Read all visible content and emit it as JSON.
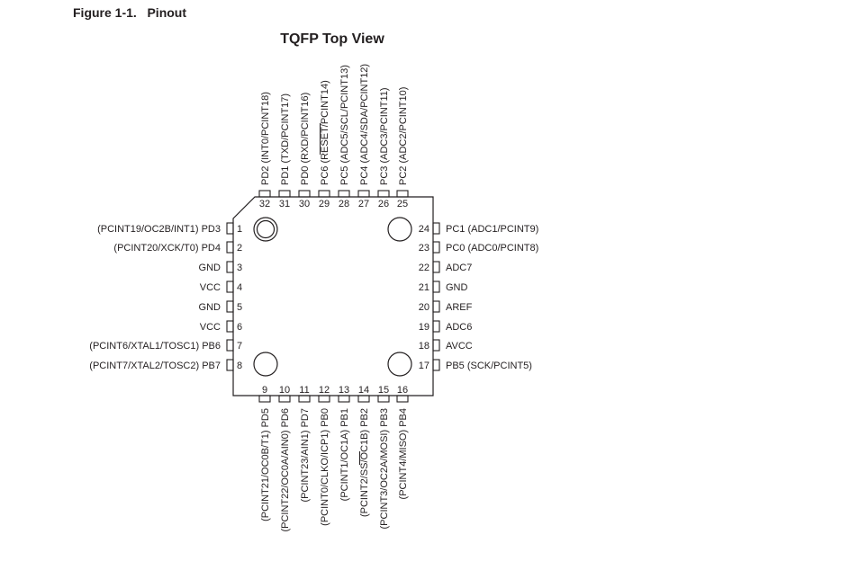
{
  "figure": {
    "caption": "Figure 1-1.   Pinout"
  },
  "diagram": {
    "title": "TQFP Top View",
    "pins": {
      "left": [
        {
          "num": "1",
          "label": "(PCINT19/OC2B/INT1) PD3"
        },
        {
          "num": "2",
          "label": "(PCINT20/XCK/T0) PD4"
        },
        {
          "num": "3",
          "label": "GND"
        },
        {
          "num": "4",
          "label": "VCC"
        },
        {
          "num": "5",
          "label": "GND"
        },
        {
          "num": "6",
          "label": "VCC"
        },
        {
          "num": "7",
          "label": "(PCINT6/XTAL1/TOSC1) PB6"
        },
        {
          "num": "8",
          "label": "(PCINT7/XTAL2/TOSC2) PB7"
        }
      ],
      "bottom": [
        {
          "num": "9",
          "label": "(PCINT21/OC0B/T1) PD5"
        },
        {
          "num": "10",
          "label": "(PCINT22/OC0A/AIN0) PD6"
        },
        {
          "num": "11",
          "label": "(PCINT23/AIN1) PD7"
        },
        {
          "num": "12",
          "label": "(PCINT0/CLKO/ICP1) PB0"
        },
        {
          "num": "13",
          "label": "(PCINT1/OC1A) PB1"
        },
        {
          "num": "14",
          "label": "(PCINT2/SS/OC1B) PB2"
        },
        {
          "num": "15",
          "label": "(PCINT3/OC2A/MOSI) PB3"
        },
        {
          "num": "16",
          "label": "(PCINT4/MISO) PB4"
        }
      ],
      "right": [
        {
          "num": "17",
          "label": "PB5 (SCK/PCINT5)"
        },
        {
          "num": "18",
          "label": "AVCC"
        },
        {
          "num": "19",
          "label": "ADC6"
        },
        {
          "num": "20",
          "label": "AREF"
        },
        {
          "num": "21",
          "label": "GND"
        },
        {
          "num": "22",
          "label": "ADC7"
        },
        {
          "num": "23",
          "label": "PC0 (ADC0/PCINT8)"
        },
        {
          "num": "24",
          "label": "PC1 (ADC1/PCINT9)"
        }
      ],
      "top": [
        {
          "num": "25",
          "label": "PC2 (ADC2/PCINT10)"
        },
        {
          "num": "26",
          "label": "PC3 (ADC3/PCINT11)"
        },
        {
          "num": "27",
          "label": "PC4 (ADC4/SDA/PCINT12)"
        },
        {
          "num": "28",
          "label": "PC5 (ADC5/SCL/PCINT13)"
        },
        {
          "num": "29",
          "label": "PC6 (RESET/PCINT14)"
        },
        {
          "num": "30",
          "label": "PD0 (RXD/PCINT16)"
        },
        {
          "num": "31",
          "label": "PD1 (TXD/PCINT17)"
        },
        {
          "num": "32",
          "label": "PD2 (INT0/PCINT18)"
        }
      ]
    }
  }
}
